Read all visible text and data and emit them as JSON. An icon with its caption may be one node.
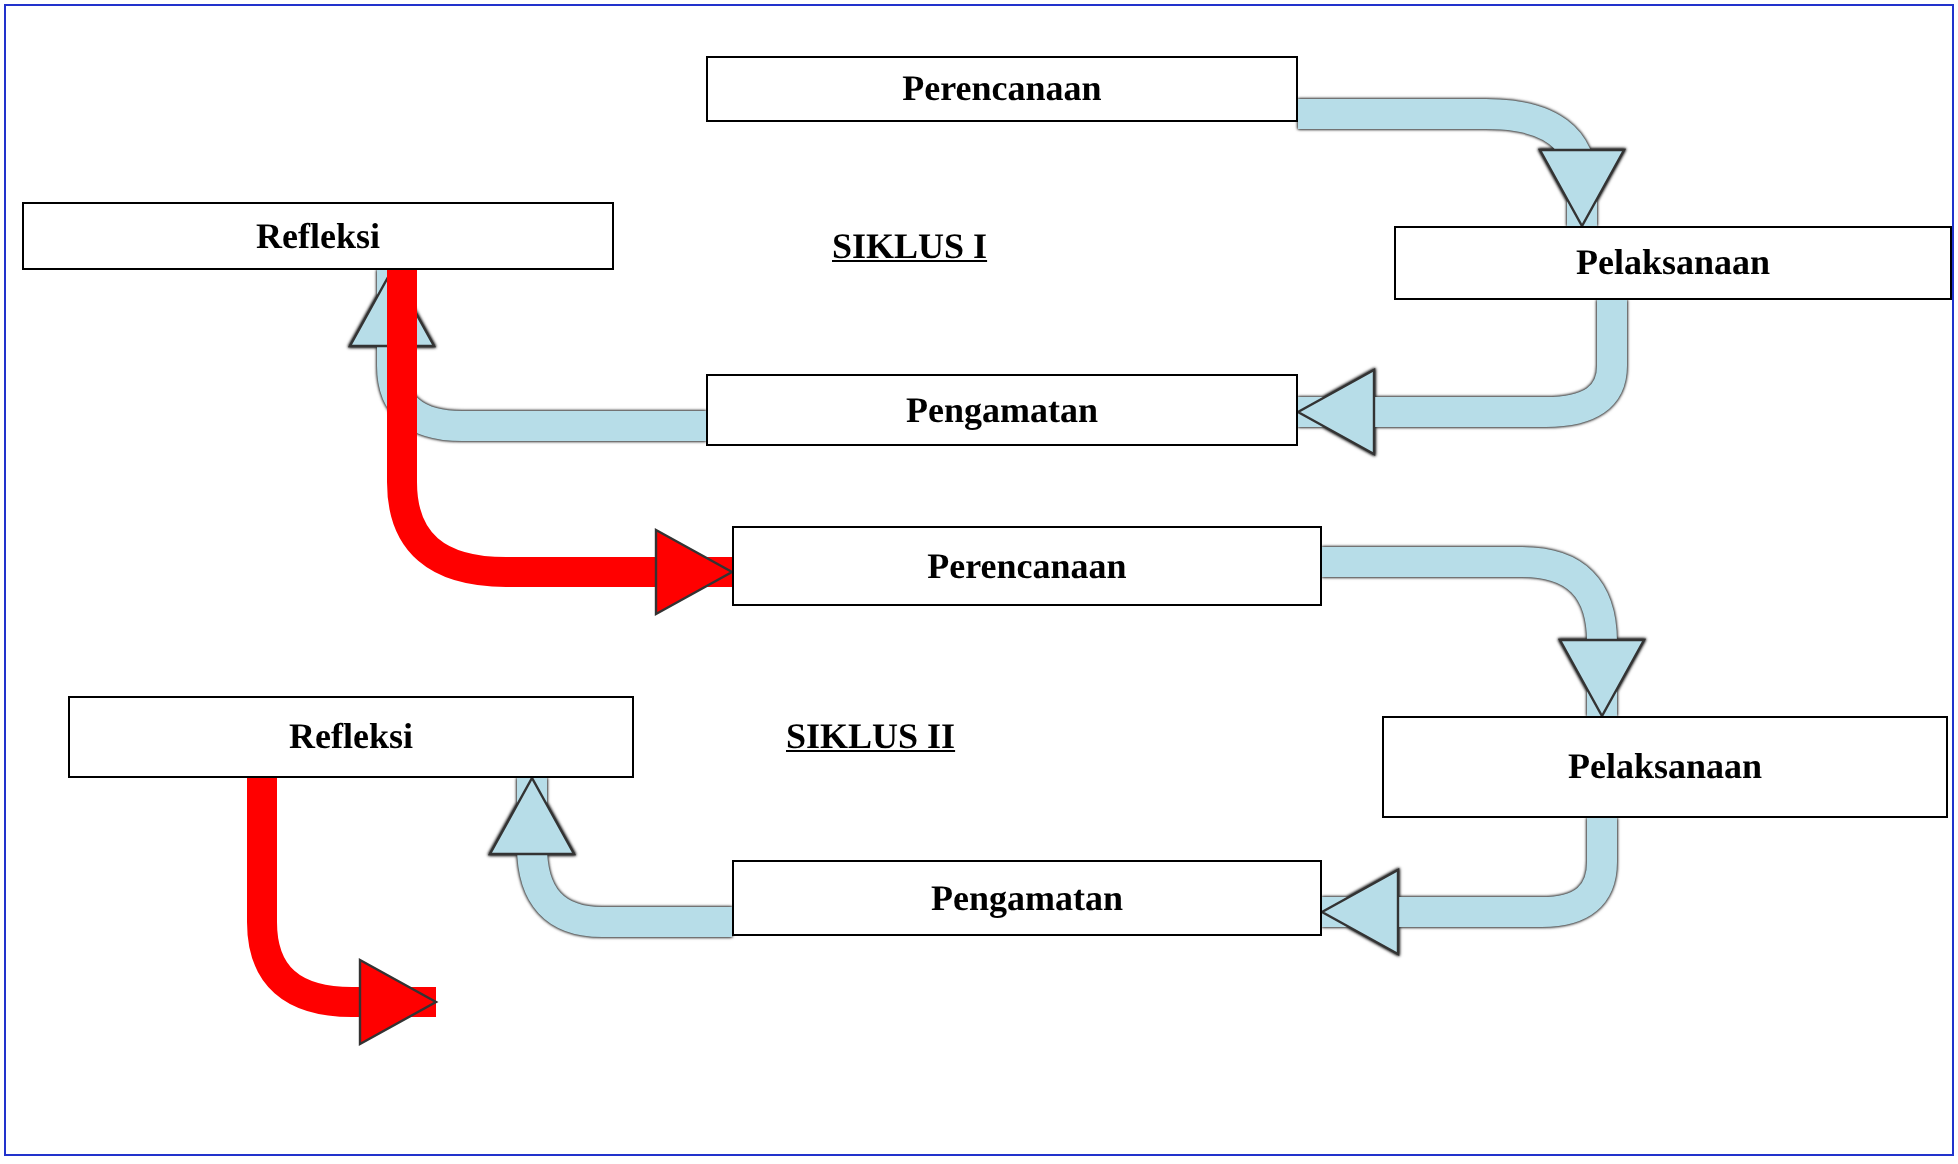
{
  "diagram": {
    "nodes": [
      {
        "text": [
          "Perencanaan"
        ]
      },
      {
        "text": [
          "Refleksi"
        ]
      },
      {
        "text": [
          "Pelaksanaan"
        ]
      },
      {
        "text": [
          "Pengamatan"
        ]
      },
      {
        "text": [
          "Perencanaan"
        ]
      },
      {
        "text": [
          "Refleksi"
        ]
      },
      {
        "text": [
          "Pelaksanaan"
        ]
      },
      {
        "text": [
          "Pengamatan"
        ]
      }
    ],
    "edges": [
      {
        "from": 0,
        "to": 2,
        "arrow": "to"
      },
      {
        "from": 2,
        "to": 3,
        "arrow": "to"
      },
      {
        "from": 3,
        "to": 1,
        "arrow": "to"
      },
      {
        "from": 1,
        "to": 4,
        "arrow": "to",
        "color": "#ff0000"
      },
      {
        "from": 4,
        "to": 6,
        "arrow": "to"
      },
      {
        "from": 6,
        "to": 7,
        "arrow": "to"
      },
      {
        "from": 7,
        "to": 5,
        "arrow": "to"
      },
      {
        "from": 5,
        "to": null,
        "arrow": "to",
        "color": "#ff0000"
      }
    ],
    "labels": [
      "SIKLUS I",
      "SIKLUS II"
    ]
  }
}
